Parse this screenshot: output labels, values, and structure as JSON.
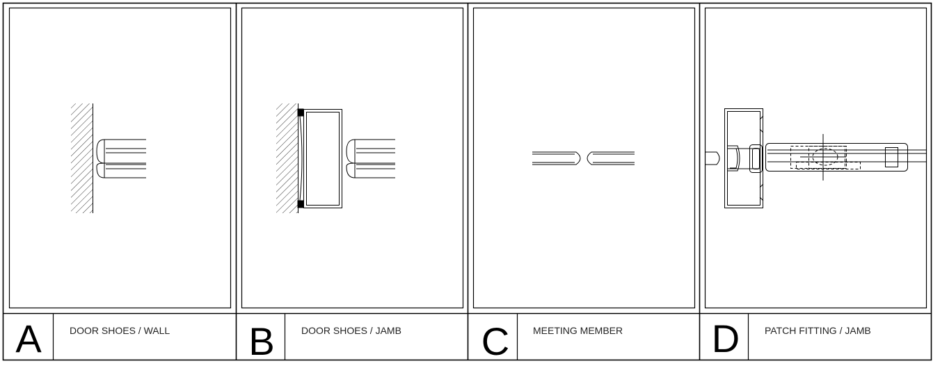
{
  "panels": [
    {
      "letter": "A",
      "caption": "DOOR SHOES / WALL"
    },
    {
      "letter": "B",
      "caption": "DOOR SHOES  / JAMB"
    },
    {
      "letter": "C",
      "caption": "MEETING MEMBER"
    },
    {
      "letter": "D",
      "caption": "PATCH FITTING / JAMB"
    }
  ]
}
